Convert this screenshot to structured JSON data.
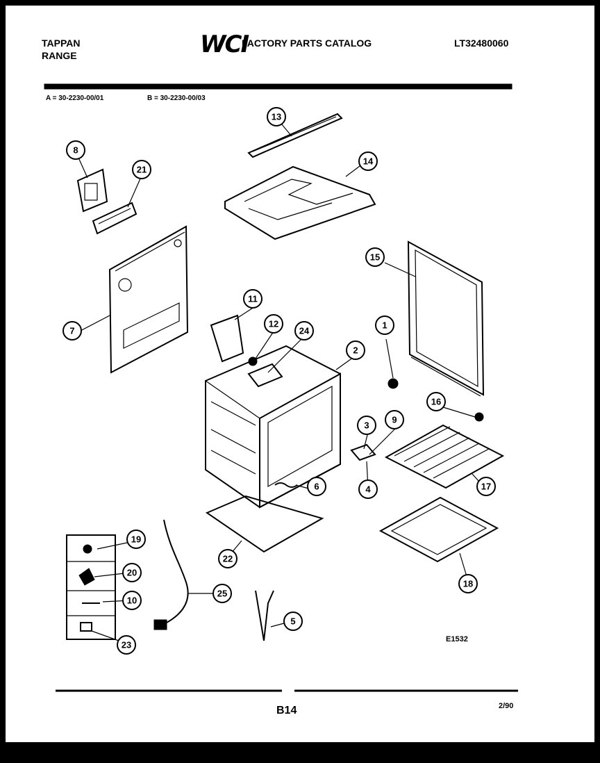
{
  "header": {
    "brand_line1": "TAPPAN",
    "brand_line2": "RANGE",
    "logo": "WCI",
    "catalog_title": "FACTORY PARTS CATALOG",
    "part_number": "LT32480060",
    "model_a": "A = 30-2230-00/01",
    "model_b": "B = 30-2230-00/03"
  },
  "diagram": {
    "code": "E1532",
    "callouts": [
      "1",
      "2",
      "3",
      "4",
      "5",
      "6",
      "7",
      "8",
      "9",
      "10",
      "11",
      "12",
      "13",
      "14",
      "15",
      "16",
      "17",
      "18",
      "19",
      "20",
      "21",
      "22",
      "23",
      "24",
      "25"
    ]
  },
  "footer": {
    "page": "B14",
    "date": "2/90"
  },
  "colors": {
    "ink": "#000000",
    "paper": "#ffffff",
    "border": "#000000"
  }
}
